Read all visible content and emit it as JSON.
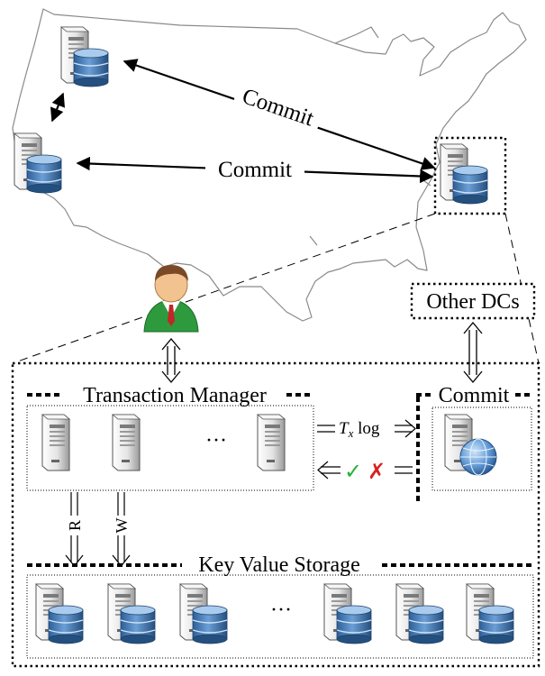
{
  "labels": {
    "commit_upper": "Commit",
    "commit_lower": "Commit",
    "other_dcs": "Other DCs",
    "transaction_manager": "Transaction Manager",
    "commit_box": "Commit",
    "tx_log_T": "T",
    "tx_log_sub": "x",
    "tx_log_rest": " log",
    "ellipsis_tm": "···",
    "ellipsis_kv": "···",
    "read": "R",
    "write": "W",
    "key_value_storage": "Key Value Storage",
    "ok_mark": "✓",
    "abort_mark": "✗"
  },
  "colors": {
    "map_outline": "#8c8c8c",
    "server_body": "#e9e9e9",
    "db_blue": "#4a7fb8",
    "db_top": "#9fc3e8",
    "check_green": "#28b03a",
    "cross_red": "#d92020",
    "user_shirt": "#2e9a3e",
    "globe": "#3f7fc2"
  },
  "icons": [
    "us-map",
    "server-icon",
    "database-icon",
    "user-icon",
    "globe-icon"
  ]
}
